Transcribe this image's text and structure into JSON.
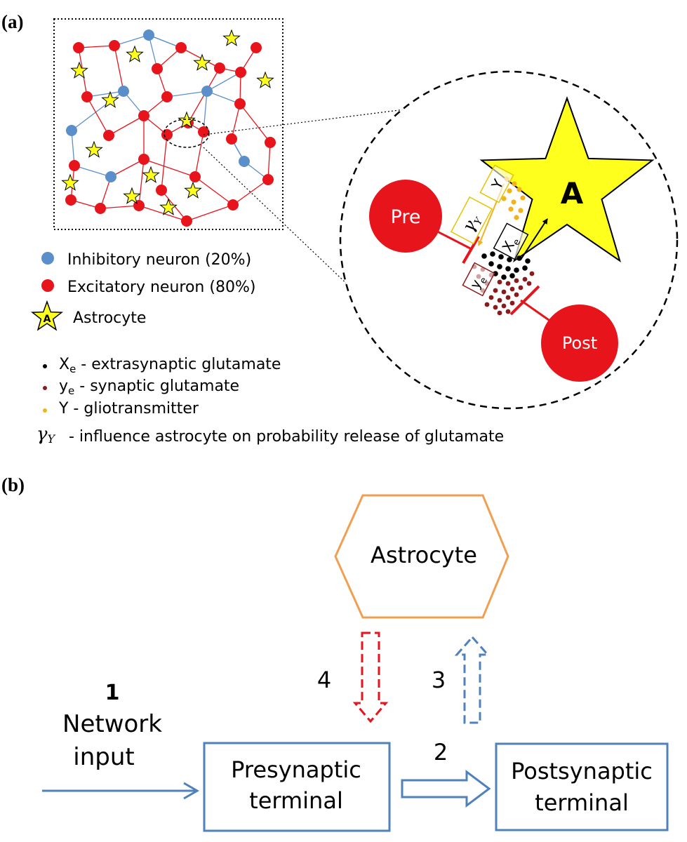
{
  "panel_a": {
    "label": "(a)",
    "legend": {
      "inhibitory": "Inhibitory neuron (20%)",
      "excitatory": "Excitatory neuron (80%)",
      "astrocyte": "Astrocyte",
      "astrocyte_icon_letter": "A"
    },
    "symbols": {
      "xe_main": "X",
      "xe_sub": "e",
      "xe_desc": " - extrasynaptic glutamate",
      "ye_main": "y",
      "ye_sub": "e",
      "ye_desc": " - synaptic glutamate",
      "y_desc": "Y - gliotransmitter",
      "gamma_main": "γ",
      "gamma_sub": "Y",
      "gamma_desc": " - influence astrocyte on probability release of glutamate"
    },
    "zoom": {
      "pre": "Pre",
      "post": "Post",
      "astrocyte_letter": "A",
      "box_y": "Y",
      "box_gamma_main": "γ",
      "box_gamma_sub": "Y",
      "box_xe_main": "X",
      "box_xe_sub": "e",
      "box_ye_main": "y",
      "box_ye_sub": "e"
    },
    "colors": {
      "inhibitory": "#5b8fc9",
      "excitatory": "#e8141c",
      "astrocyte_fill": "#ffff1e",
      "gliotransmitter": "#f2b21b",
      "synaptic": "#8b1a1a",
      "extrasynaptic": "#000000"
    }
  },
  "panel_b": {
    "label": "(b)",
    "astrocyte": "Astrocyte",
    "num_1": "1",
    "network_line1": "Network",
    "network_line2": "input",
    "num_2": "2",
    "num_3": "3",
    "num_4": "4",
    "pre_line1": "Presynaptic",
    "pre_line2": "terminal",
    "post_line1": "Postsynaptic",
    "post_line2": "terminal",
    "colors": {
      "hexagon": "#f0a050",
      "box": "#4f81bd",
      "arrow4": "#e8141c",
      "arrow3": "#4f81bd"
    }
  }
}
